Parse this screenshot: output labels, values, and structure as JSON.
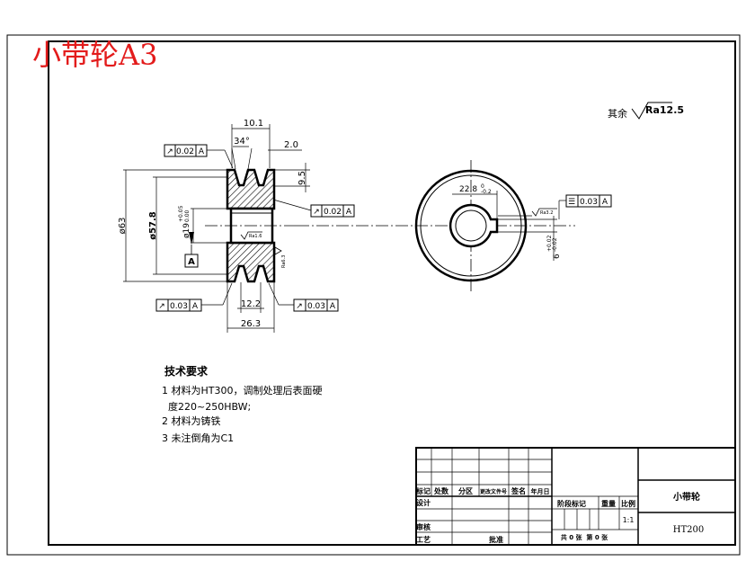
{
  "header": {
    "stamp": "小带轮A3"
  },
  "surface_note": {
    "prefix": "其余",
    "roughness": "Ra12.5"
  },
  "section_view": {
    "dims": {
      "groove_pitch": "10.1",
      "groove_angle": "34°",
      "groove_top": "2.0",
      "groove_depth": "9.5",
      "outer_dia": "ø63",
      "pitch_dia": "ø57.8",
      "bore_dia": "ø19",
      "bore_tol_upper": "+0.05",
      "bore_tol_lower": "0.00",
      "hub_width": "12.2",
      "total_width": "26.3"
    },
    "datum_label": "A",
    "bore_roughness": "Ra1.6",
    "side_roughness": "Ra6.3",
    "frames": {
      "top_left": {
        "symbol": "↗",
        "value": "0.02",
        "datum": "A"
      },
      "bore": {
        "symbol": "↗",
        "value": "0.02",
        "datum": "A"
      },
      "bottom_left": {
        "symbol": "↗",
        "value": "0.03",
        "datum": "A"
      },
      "bottom_right": {
        "symbol": "↗",
        "value": "0.03",
        "datum": "A"
      }
    }
  },
  "end_view": {
    "dims": {
      "keyway_depth": "22.8",
      "keyway_tol_upper": "0",
      "keyway_tol_lower": "-0.2",
      "keyway_width": "6",
      "keyway_w_tol_upper": "+0.02",
      "keyway_w_tol_lower": "-0.02"
    },
    "keyway_roughness": "Ra3.2",
    "frame": {
      "symbol": "☰",
      "value": "0.03",
      "datum": "A"
    }
  },
  "tech_requirements": {
    "title": "技术要求",
    "items": [
      "1 材料为HT300，调制处理后表面硬",
      "  度220~250HBW;",
      "2 材料为铸铁",
      "3 未注倒角为C1"
    ]
  },
  "title_block": {
    "part_name": "小带轮",
    "material": "HT200",
    "scale": "1:1",
    "headers": {
      "mark": "标记",
      "count": "处数",
      "zone": "分区",
      "doc_no": "更改文件号",
      "signature": "签名",
      "date": "年月日",
      "designer": "设计",
      "reviewer": "审核",
      "process": "工艺",
      "approve": "批准",
      "stage_mark": "阶段标记",
      "weight": "重量",
      "scale_label": "比例",
      "sheets": "共 0 张  第 0 张"
    }
  }
}
